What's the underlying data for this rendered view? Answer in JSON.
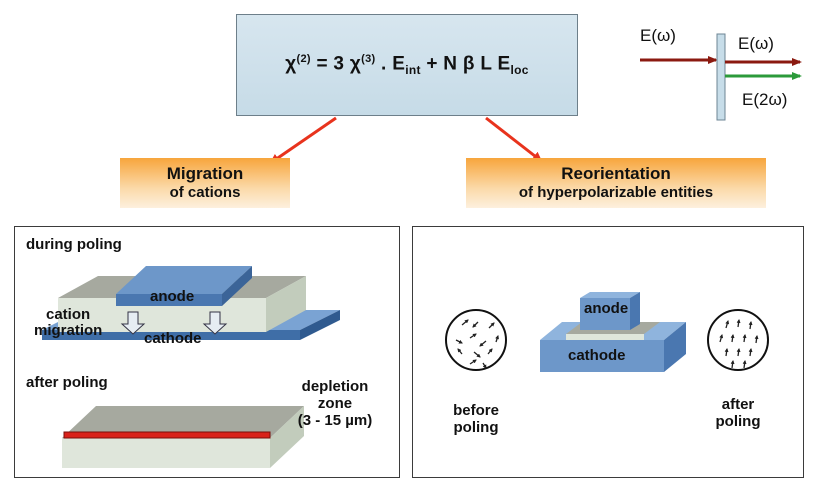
{
  "formula": {
    "chi2": "χ",
    "chi2_sup": "(2)",
    "eq": " = 3 ",
    "chi3": "χ",
    "chi3_sup": "(3)",
    "dot": " . E",
    "int_sub": "int",
    "plus": " + N β L E",
    "loc_sub": "loc"
  },
  "shg": {
    "input": "E(ω)",
    "output1": "E(ω)",
    "output2": "E(2ω)",
    "colors": {
      "input": "#8b1a10",
      "output_red": "#8b1a10",
      "output_green": "#2b9a3a"
    }
  },
  "left_header": {
    "line1": "Migration",
    "line2": "of cations"
  },
  "right_header": {
    "line1": "Reorientation",
    "line2": "of hyperpolarizable entities"
  },
  "left_panel": {
    "during": "during poling",
    "anode": "anode",
    "cathode": "cathode",
    "cation": "cation",
    "migration": "migration",
    "after": "after poling",
    "depletion1": "depletion",
    "depletion2": "zone",
    "depletion3": "(3 - 15 µm)"
  },
  "right_panel": {
    "anode": "anode",
    "cathode": "cathode",
    "before1": "before",
    "before2": "poling",
    "after1": "after",
    "after2": "poling"
  },
  "colors": {
    "arrow": "#e8331d",
    "electrode": "#6d97c9",
    "glass": "#c9d1c6",
    "depletion": "#d9221a"
  }
}
